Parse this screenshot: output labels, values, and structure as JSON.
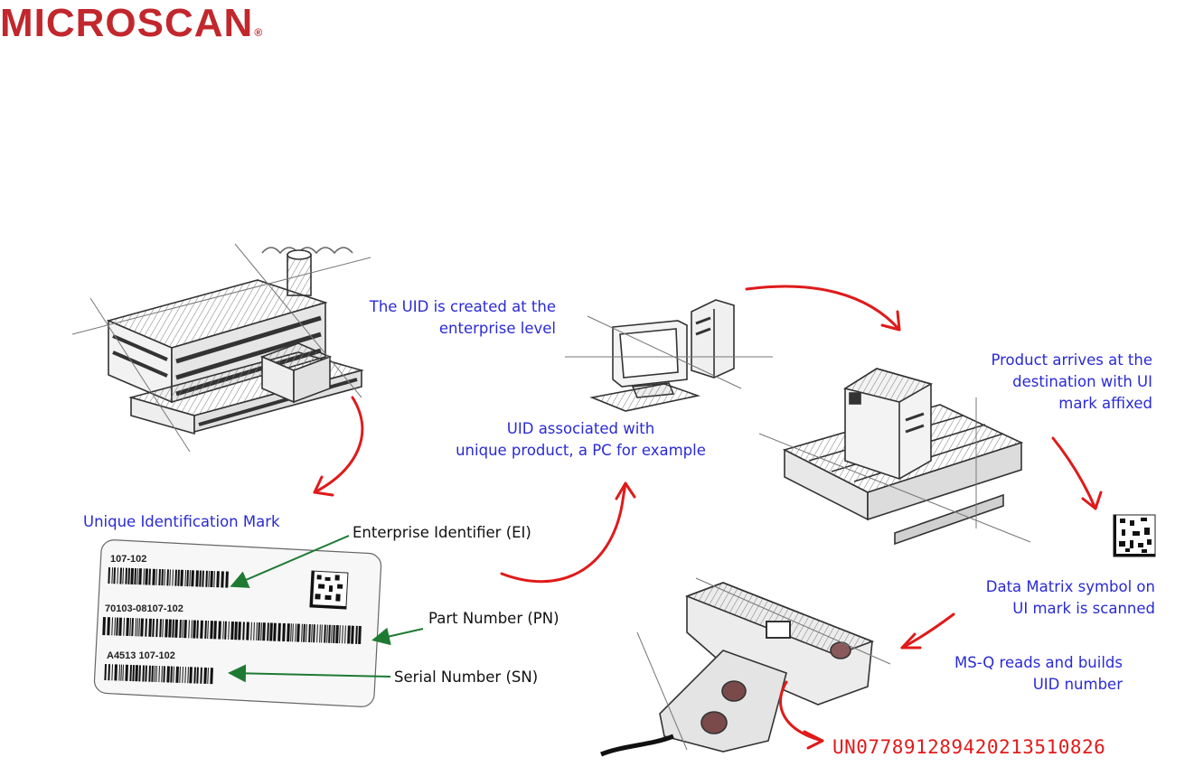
{
  "logo": {
    "text": "MICROSCAN",
    "reg": "®"
  },
  "captions": {
    "uid_created_line1": "The UID is created at the",
    "uid_created_line2": "enterprise level",
    "uid_associated_line1": "UID associated with",
    "uid_associated_line2": "unique product, a PC for example",
    "arrives_line1": "Product arrives at the",
    "arrives_line2": "destination with UI",
    "arrives_line3": "mark affixed",
    "unique_mark": "Unique Identification Mark",
    "scanned_line1": "Data Matrix symbol on",
    "scanned_line2": "UI mark is scanned",
    "reads_line1": "MS-Q reads and builds",
    "reads_line2": "UID number"
  },
  "labels": {
    "ei": "Enterprise Identifier (EI)",
    "pn": "Part Number (PN)",
    "sn": "Serial Number (SN)"
  },
  "card": {
    "line1": "107-102",
    "line2": "70103-08107-102",
    "line3": "A4513 107-102"
  },
  "uid_number": "UN077891289420213510826",
  "colors": {
    "logo": "#c1272d",
    "caption": "#2a2ad6",
    "flow_arrow": "#e01a1a",
    "pointer_arrow": "#1e7a32"
  }
}
